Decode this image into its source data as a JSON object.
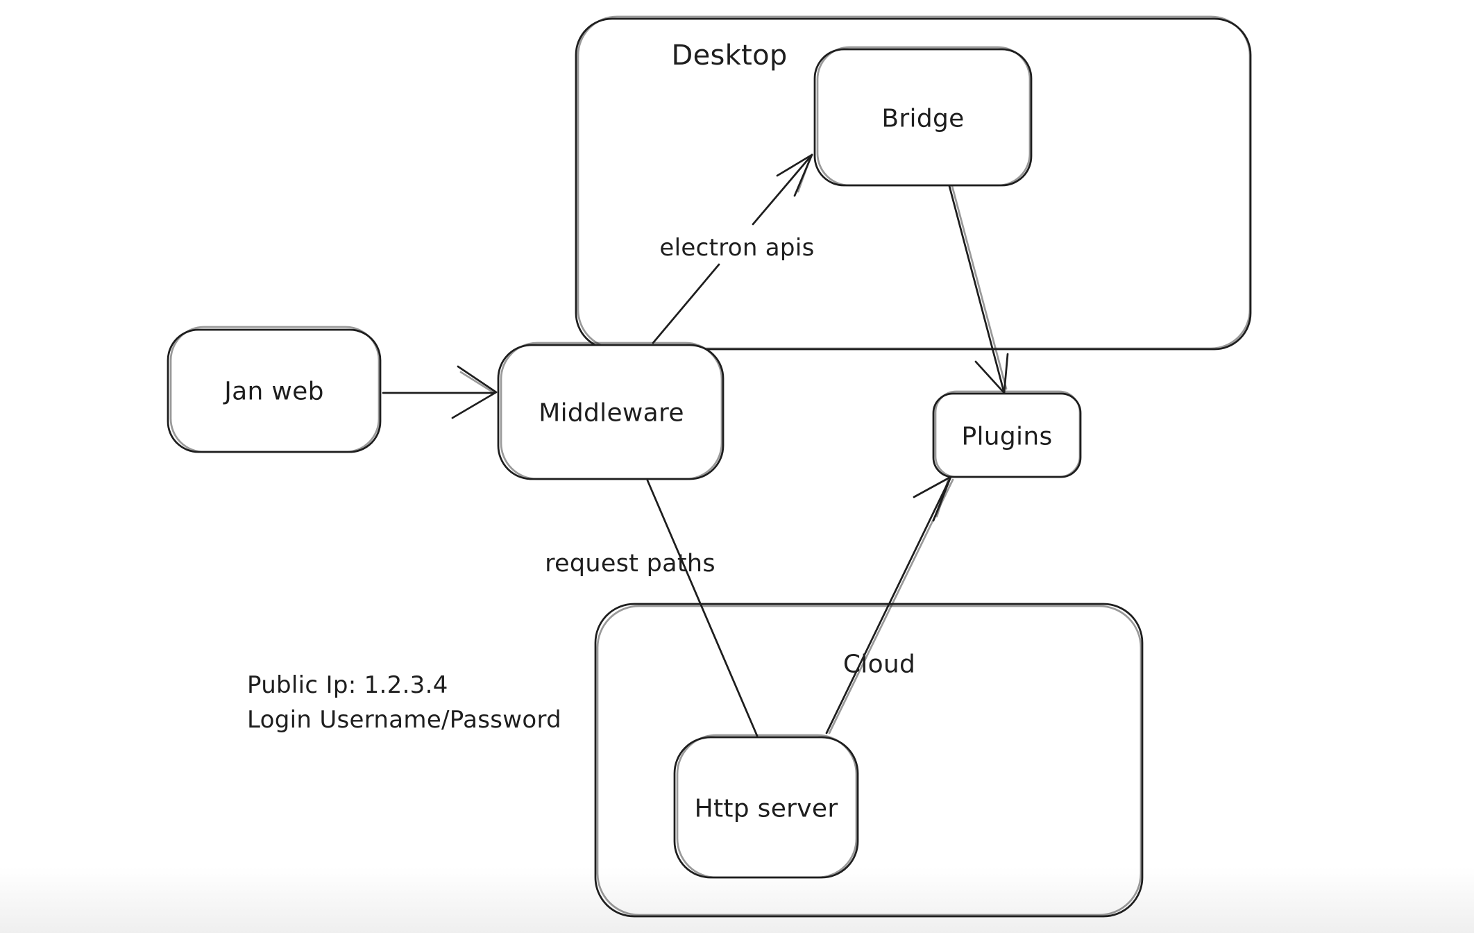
{
  "app": {
    "type": "whiteboard-diagram",
    "background_color": "#ffffff",
    "stroke_color": "#1e1e1e"
  },
  "containers": [
    {
      "label": "Desktop"
    },
    {
      "label": "Cloud"
    }
  ],
  "nodes": [
    {
      "label": "Jan web"
    },
    {
      "label": "Middleware"
    },
    {
      "label": "Bridge"
    },
    {
      "label": "Plugins"
    },
    {
      "label": "Http server"
    }
  ],
  "edges": [
    {
      "from": "Jan web",
      "to": "Middleware",
      "label": "",
      "arrowhead": "end"
    },
    {
      "from": "Middleware",
      "to": "Bridge",
      "label": "electron apis",
      "arrowhead": "end"
    },
    {
      "from": "Bridge",
      "to": "Plugins",
      "label": "",
      "arrowhead": "end"
    },
    {
      "from": "Middleware",
      "to": "Http server",
      "label": "request paths",
      "arrowhead": "none"
    },
    {
      "from": "Http server",
      "to": "Plugins",
      "label": "",
      "arrowhead": "end"
    }
  ],
  "annotation": {
    "line1": "Public Ip: 1.2.3.4",
    "line2": "Login Username/Password"
  }
}
